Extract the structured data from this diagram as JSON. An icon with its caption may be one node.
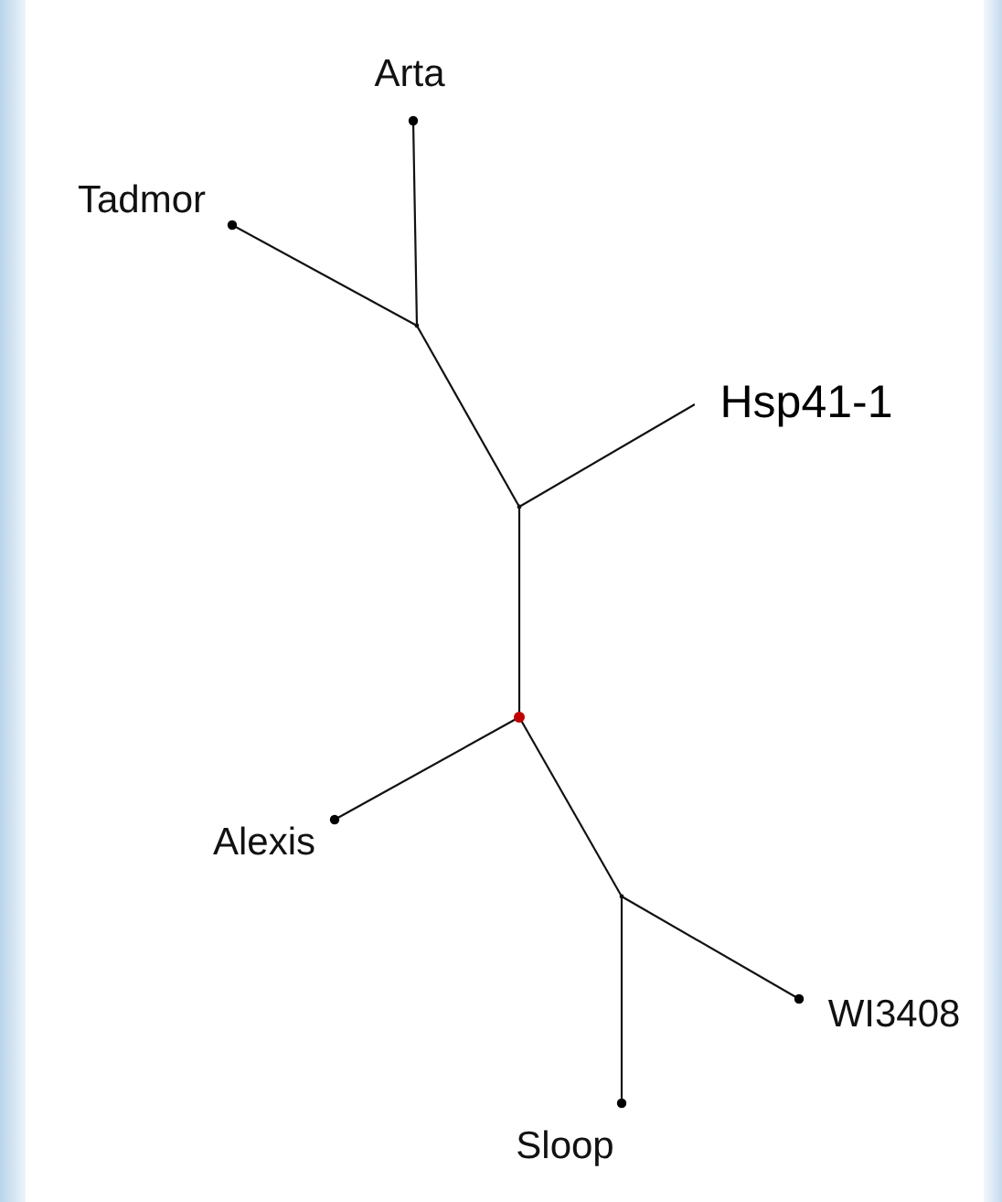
{
  "diagram": {
    "nodes": [
      {
        "text": [
          "Arta"
        ]
      },
      {
        "text": [
          "Tadmor"
        ]
      },
      {
        "text": [],
        "shape": "point"
      },
      {
        "text": [
          "Hsp41-1"
        ]
      },
      {
        "text": [],
        "shape": "point"
      },
      {
        "text": [],
        "shape": "circle"
      },
      {
        "text": [
          "Alexis"
        ]
      },
      {
        "text": [],
        "shape": "point"
      },
      {
        "text": [
          "WI3408"
        ]
      },
      {
        "text": [
          "Sloop"
        ]
      }
    ],
    "edges": [
      {
        "from": 5,
        "to": 4,
        "arrow": "none"
      },
      {
        "from": 4,
        "to": 2,
        "arrow": "none"
      },
      {
        "from": 2,
        "to": 0,
        "arrow": "none"
      },
      {
        "from": 2,
        "to": 1,
        "arrow": "none"
      },
      {
        "from": 4,
        "to": 3,
        "arrow": "none"
      },
      {
        "from": 5,
        "to": 6,
        "arrow": "none"
      },
      {
        "from": 5,
        "to": 7,
        "arrow": "none"
      },
      {
        "from": 7,
        "to": 8,
        "arrow": "none"
      },
      {
        "from": 7,
        "to": 9,
        "arrow": "none"
      }
    ]
  }
}
